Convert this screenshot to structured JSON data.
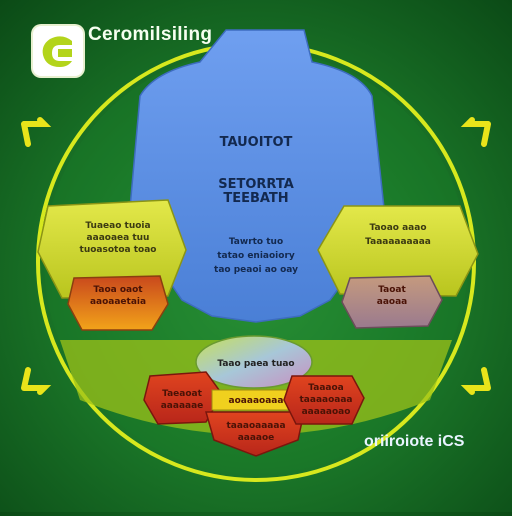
{
  "header": {
    "title": "Ceromilsiling"
  },
  "core": {
    "heading": "TAUOITOT",
    "subheading_line1": "SETORRTA",
    "subheading_line2": "TEEBATH",
    "body_line1": "Tawrto tuo",
    "body_line2": "tatao eniaoiory",
    "body_line3": "tao peaoi ao oay"
  },
  "left_panel": {
    "line1": "Tuaeao tuoia",
    "line2": "aaaoaea tuu",
    "line3": "tuoasotoa toao"
  },
  "left_lower": {
    "line1": "Taoa oaot",
    "line2": "aaoaaetaia"
  },
  "right_panel": {
    "line1": "Taoao aaao",
    "line2": "Taaaaaaaaaa"
  },
  "right_lower": {
    "line1": "Taoat",
    "line2": "aaoaa"
  },
  "hub": {
    "label": "Taao paea tuao"
  },
  "bottom_left": {
    "line1": "Taeaoat",
    "line2": "aaaaaae"
  },
  "bottom_center": {
    "line1": "aoaaaoaaa",
    "line2": "taaaoaaaaa",
    "line3": "aaaaoe"
  },
  "bottom_right": {
    "line1": "Taaaoa",
    "line2": "taaaaoaaa",
    "line3": "aaaaaoao"
  },
  "footer": {
    "label": "oriiroiote iCS"
  },
  "colors": {
    "background": "#1c7a2a",
    "ring": "#d7e81e",
    "core": "#5b8fe0",
    "panel_yellow": "#d4dc2a",
    "panel_orange": "#e6891c",
    "panel_red": "#d63a1c",
    "accent_lime": "#b3d41b"
  },
  "icons": {
    "logo": "leaf-logo-icon",
    "arrows": "corner-arrow-icon"
  }
}
